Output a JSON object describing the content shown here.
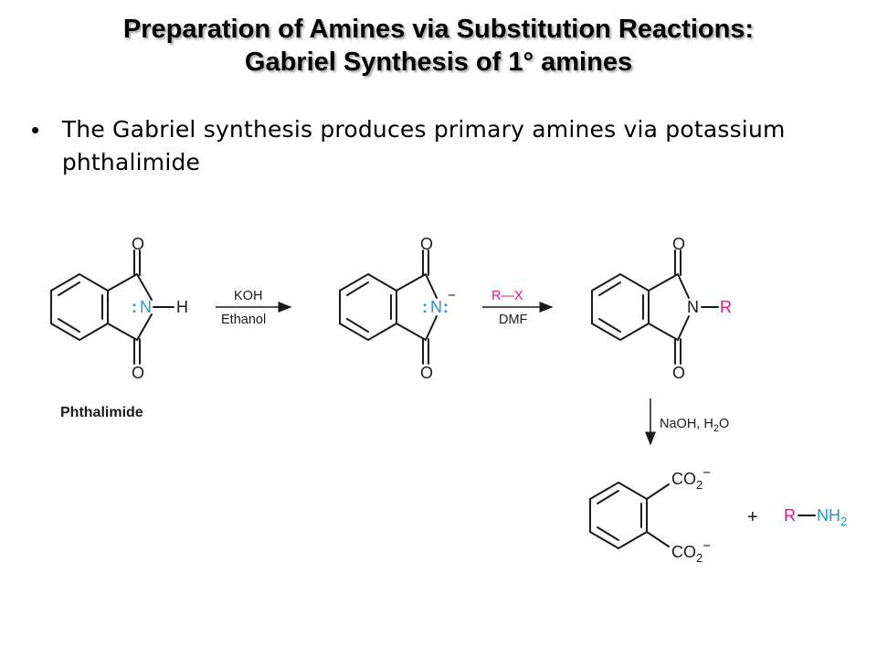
{
  "slide": {
    "title_line1": "Preparation of Amines via Substitution Reactions:",
    "title_line2": "Gabriel Synthesis of 1° amines",
    "bullet": "The Gabriel synthesis produces primary amines via potassium phthalimide"
  },
  "scheme": {
    "compound_label": "Phthalimide",
    "step1": {
      "reagent_top": "KOH",
      "reagent_bottom": "Ethanol"
    },
    "step2": {
      "reagent_top": "R—X",
      "reagent_bottom": "DMF"
    },
    "step3": {
      "reagent": "NaOH, H",
      "reagent_sub": "2",
      "reagent_end": "O"
    },
    "atoms": {
      "oxygen": "O",
      "nitrogen": "N",
      "hydrogen": "H",
      "r_group": "R",
      "colon": ":",
      "minus": "−",
      "carboxylate": "CO",
      "sub2": "2",
      "plus": "+",
      "amine": "NH"
    },
    "colors": {
      "blue": "#1e9ad6",
      "magenta": "#e0177e",
      "ink": "#1a1a1a"
    }
  }
}
